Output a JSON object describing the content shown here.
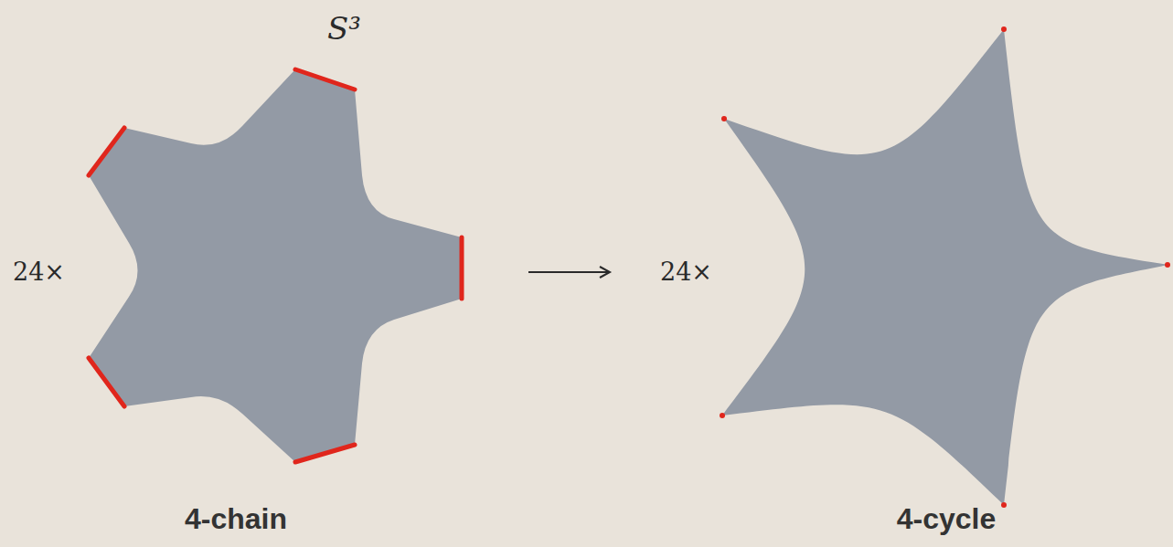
{
  "diagram": {
    "labels": [
      "S³",
      "24×",
      "4-chain",
      "24×",
      "4-cycle"
    ]
  }
}
